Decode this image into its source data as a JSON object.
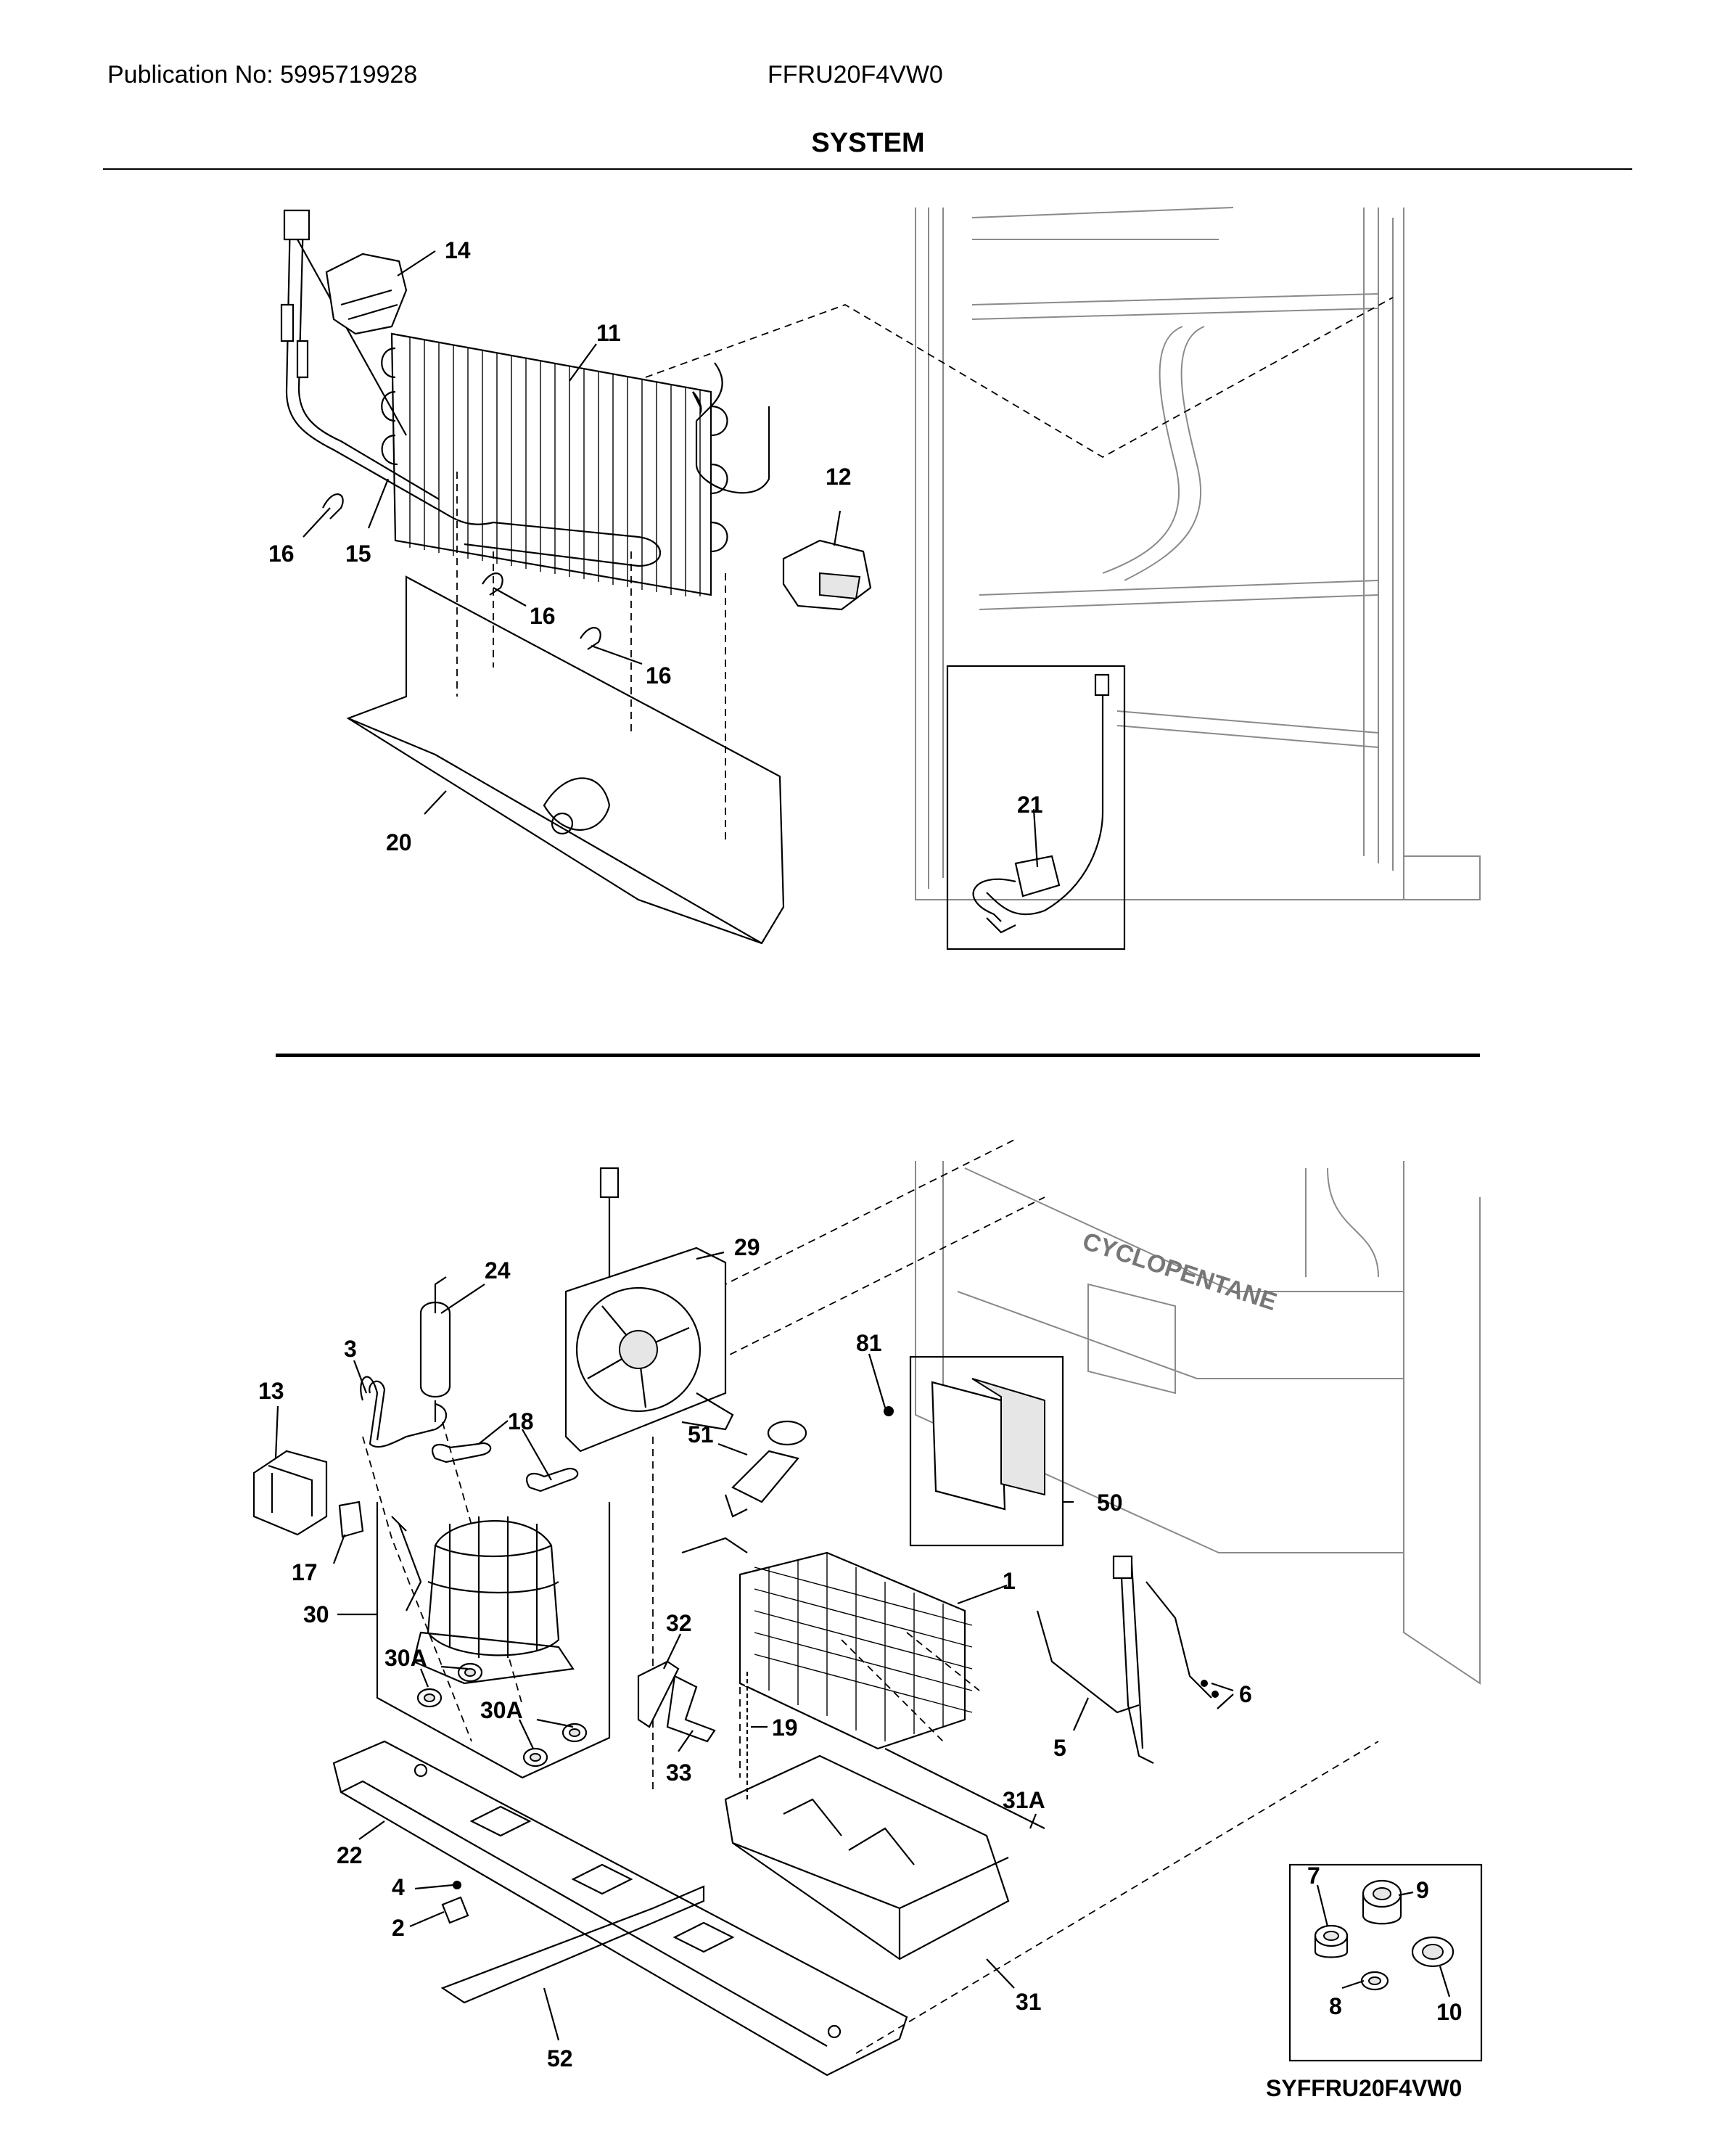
{
  "header": {
    "publication": "Publication No: 5995719928",
    "model": "FFRU20F4VW0",
    "section_title": "SYSTEM"
  },
  "callouts_top": [
    "14",
    "11",
    "12",
    "16",
    "15",
    "16",
    "16",
    "20",
    "21"
  ],
  "callouts_bottom": [
    "24",
    "29",
    "3",
    "13",
    "18",
    "81",
    "51",
    "50",
    "17",
    "30",
    "1",
    "32",
    "30A",
    "30A",
    "19",
    "6",
    "33",
    "5",
    "22",
    "31A",
    "4",
    "2",
    "31",
    "52",
    "9",
    "7",
    "8",
    "10"
  ],
  "cabinet_text": "CYCLOPENTANE",
  "diagram_code": "SYFFRU20F4VW0"
}
